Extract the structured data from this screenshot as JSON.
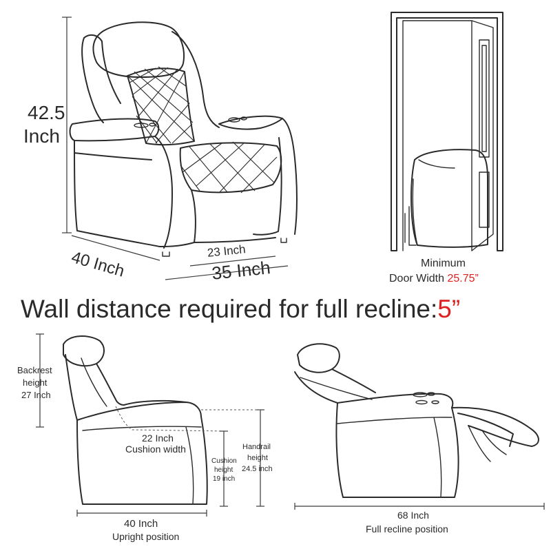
{
  "top_chair": {
    "height_value": "42.5",
    "height_unit": "Inch",
    "depth_label": "40 Inch",
    "seat_width_label": "23 Inch",
    "overall_width_label": "35 Inch"
  },
  "door": {
    "caption_line1": "Minimum",
    "caption_line2_prefix": "Door Width ",
    "caption_value": "25.75”"
  },
  "headline": {
    "text": "Wall distance required for full recline:",
    "value": "5”"
  },
  "side_view": {
    "backrest_line1": "Backrest",
    "backrest_line2": "height",
    "backrest_line3": "27 Inch",
    "cushion_width_line1": "22 Inch",
    "cushion_width_line2": "Cushion width",
    "cushion_height_line1": "Cushion",
    "cushion_height_line2": "height",
    "cushion_height_line3": "19 inch",
    "handrail_line1": "Handrail",
    "handrail_line2": "height",
    "handrail_line3": "24.5 inch",
    "depth_label": "40 Inch",
    "position_label": "Upright position"
  },
  "recline_view": {
    "length_label": "68 Inch",
    "position_label": "Full recline position"
  },
  "colors": {
    "line": "#2a2a2a",
    "accent": "#e02020"
  }
}
